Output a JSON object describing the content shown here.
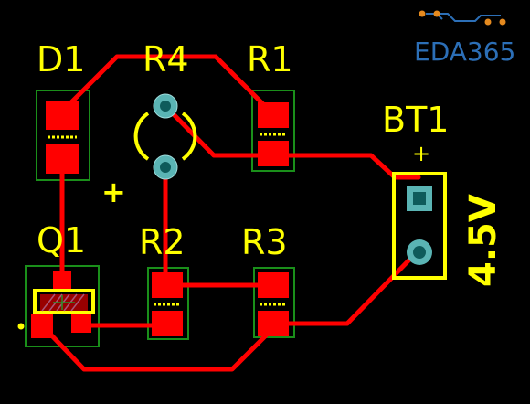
{
  "labels": {
    "D1": "D1",
    "R4": "R4",
    "R1": "R1",
    "BT1": "BT1",
    "Q1": "Q1",
    "R2": "R2",
    "R3": "R3",
    "battery_voltage": "4.5V",
    "plus_mark": "+",
    "bt_plus": "+"
  },
  "logo": {
    "text": "EDA365"
  },
  "colors": {
    "background": "#000000",
    "silkscreen": "#ffff00",
    "trace": "#ff0000",
    "courtyard": "#1a8f1a",
    "thru_pad": "#5ab4b4",
    "pad_hole": "#0e5b5b",
    "logo_blue": "#2c6fb7",
    "logo_orange": "#e58a1f"
  }
}
